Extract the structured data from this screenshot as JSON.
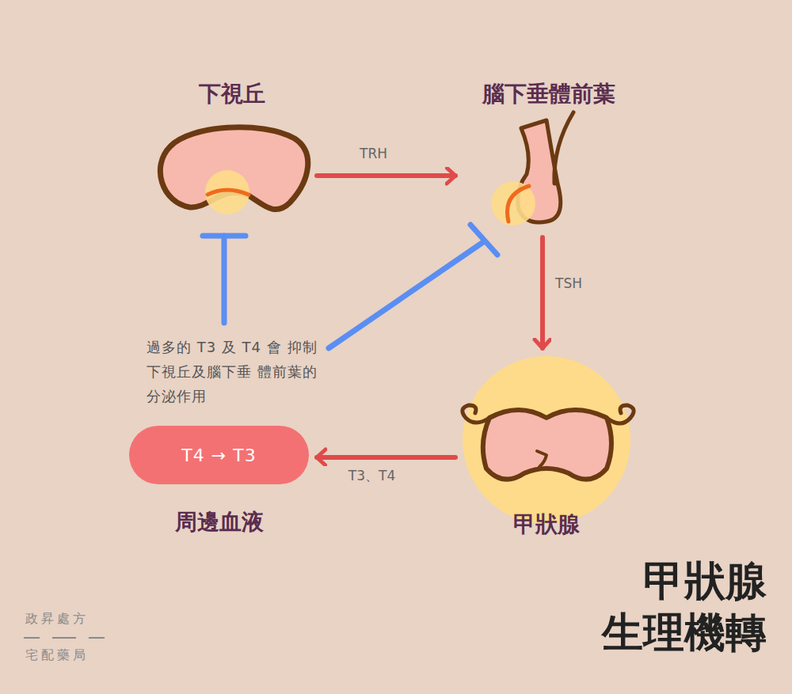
{
  "diagram": {
    "title": "甲狀腺 生理機轉",
    "nodes": [
      {
        "text": [
          "下視丘"
        ]
      },
      {
        "text": [
          "腦下垂體前葉"
        ]
      },
      {
        "text": [
          "T4 → T3",
          "周邊血液"
        ]
      },
      {
        "text": [
          "甲狀腺"
        ]
      }
    ],
    "edges": [
      {
        "from": 0,
        "to": 1,
        "label": "TRH",
        "arrow": "to"
      },
      {
        "from": 1,
        "to": 3,
        "label": "TSH",
        "arrow": "to"
      },
      {
        "from": 3,
        "to": 2,
        "label": "T3、T4",
        "arrow": "to"
      }
    ],
    "labels": [
      "過多的 T3 及 T4 會 抑制下視丘及腦下垂 體前葉的分泌作用",
      "政昇處方",
      "宅配藥局"
    ]
  }
}
